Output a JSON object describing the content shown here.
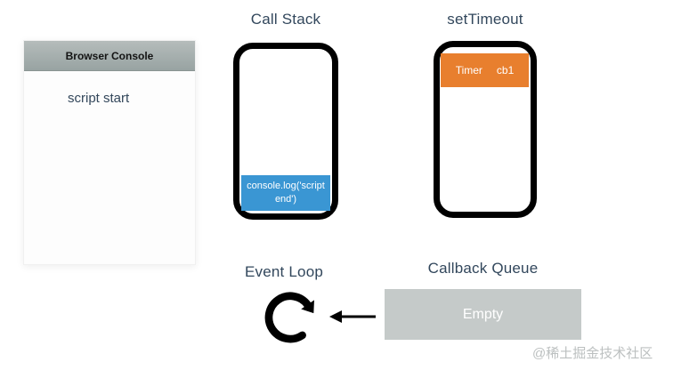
{
  "page": {
    "watermark": "@稀土掘金技术社区"
  },
  "browser_console": {
    "title": "Browser Console",
    "logs": [
      "script start"
    ]
  },
  "call_stack": {
    "title": "Call Stack",
    "frames": [
      {
        "label": "console.log('script end')",
        "color": "#3a96d3"
      }
    ]
  },
  "set_timeout": {
    "title": "setTimeout",
    "timers": [
      {
        "label": "Timer",
        "callback": "cb1",
        "color": "#e87f2e"
      }
    ]
  },
  "event_loop": {
    "title": "Event Loop",
    "icon": "clockwise-loop-arrow-icon"
  },
  "callback_queue": {
    "title": "Callback Queue",
    "state": "Empty",
    "color": "#c5cac9"
  },
  "colors": {
    "heading_text": "#32475c",
    "console_text": "#33475b",
    "console_header_top": "#b5bcbb",
    "console_header_bottom": "#98a3a2",
    "container_border": "#000000",
    "stack_blue": "#3a96d3",
    "timer_orange": "#e87f2e",
    "queue_gray": "#c5cac9",
    "watermark_gray": "#bcc0c0"
  }
}
